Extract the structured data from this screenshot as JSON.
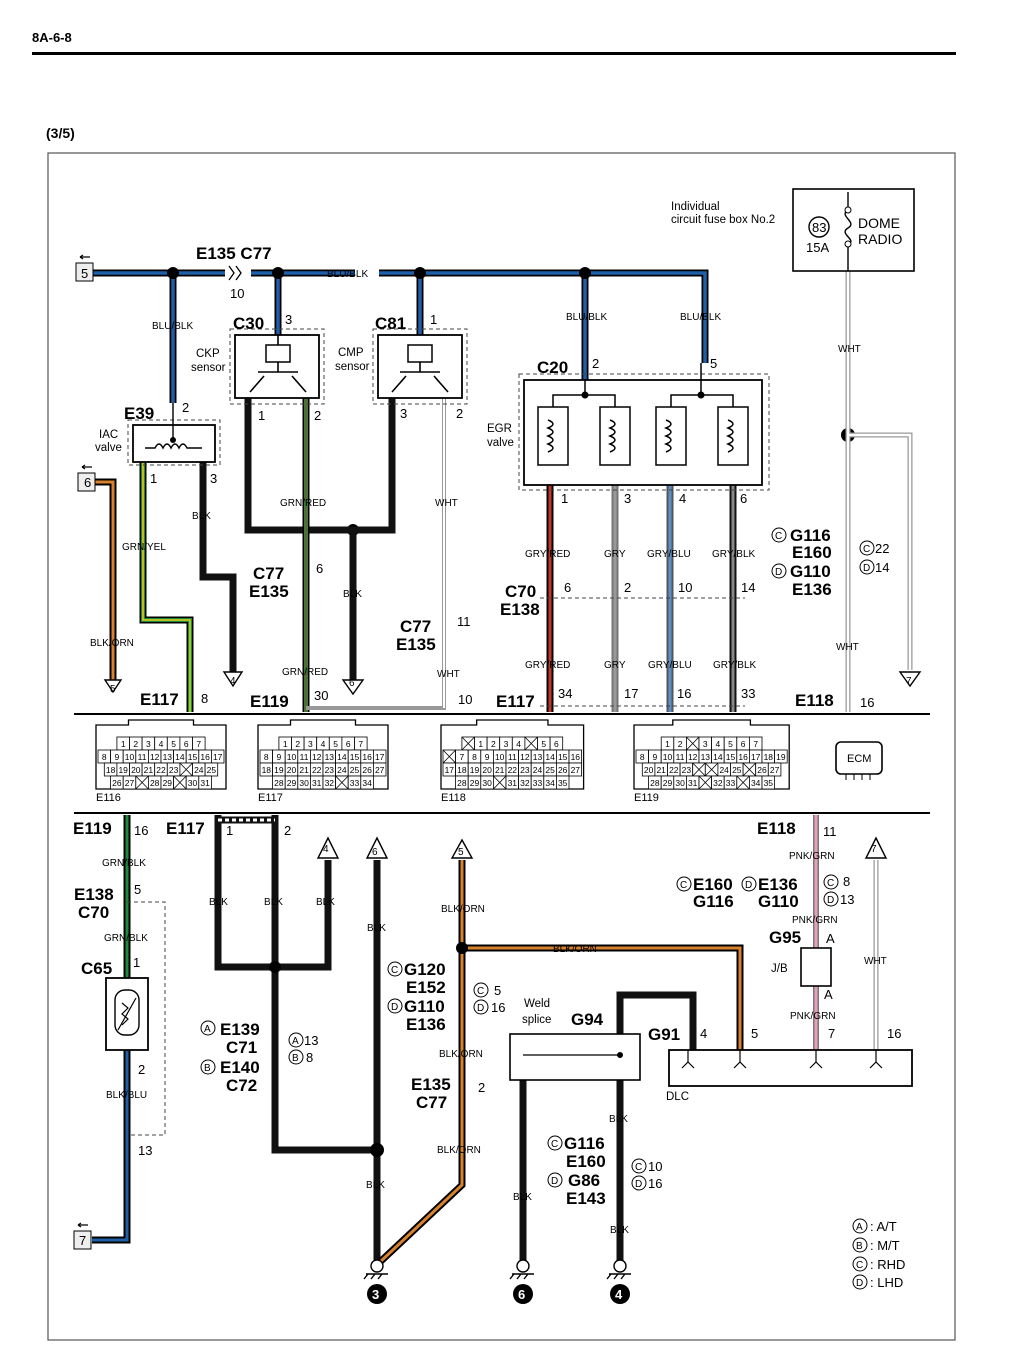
{
  "page": {
    "number": "8A-6-8",
    "sheet": "(3/5)"
  },
  "colors": {
    "blu": "#1f5fa8",
    "blk": "#111111",
    "grn": "#1c8a3a",
    "yel": "#e8d21b",
    "red": "#c0392b",
    "orn": "#d9822b",
    "gry": "#8a8a8a",
    "pnk": "#e8a0b4",
    "wht": "#cccccc"
  },
  "fuse": {
    "title_line1": "Individual",
    "title_line2": "circuit fuse box No.2",
    "number": "83",
    "rating": "15A",
    "name_line1": "DOME",
    "name_line2": "RADIO"
  },
  "connectors": {
    "e135_c77_top": "E135 C77",
    "c30": "C30",
    "c81": "C81",
    "c20": "C20",
    "e39": "E39",
    "c77_a": "C77",
    "e135_a": "E135",
    "c77_b": "C77",
    "e135_b": "E135",
    "c70": "C70",
    "e138": "E138",
    "g116": "G116",
    "e160": "E160",
    "g110": "G110",
    "e136": "E136",
    "e117_a": "E117",
    "e119_a": "E119",
    "e117_b": "E117",
    "e118_a": "E118",
    "e119_b": "E119",
    "e117_c": "E117",
    "e138_b": "E138",
    "c70_b": "C70",
    "c65": "C65",
    "e139": "E139",
    "c71": "C71",
    "e140": "E140",
    "c72": "C72",
    "g120": "G120",
    "e152": "E152",
    "g110_b": "G110",
    "e136_b": "E136",
    "e135_c": "E135",
    "c77_c": "C77",
    "g94": "G94",
    "g91": "G91",
    "g116_b": "G116",
    "e160_b": "E160",
    "g86": "G86",
    "e143": "E143",
    "e118_b": "E118",
    "e160_c": "E160",
    "g116_c": "G116",
    "e136_c": "E136",
    "g110_c": "G110",
    "g95": "G95"
  },
  "components": {
    "ckp_1": "CKP",
    "ckp_2": "sensor",
    "cmp_1": "CMP",
    "cmp_2": "sensor",
    "iac_1": "IAC",
    "iac_2": "valve",
    "egr_1": "EGR",
    "egr_2": "valve",
    "ecm": "ECM",
    "weld_1": "Weld",
    "weld_2": "splice",
    "jb": "J/B",
    "dlc": "DLC"
  },
  "wires": {
    "blu_blk": "BLU/BLK",
    "grn_yel": "GRN/YEL",
    "blk": "BLK",
    "blk_orn": "BLK/ORN",
    "grn_red": "GRN/RED",
    "wht": "WHT",
    "gry_red": "GRY/RED",
    "gry": "GRY",
    "gry_blu": "GRY/BLU",
    "gry_blk": "GRY/BLK",
    "grn_blk": "GRN/BLK",
    "blk_blu": "BLK/BLU",
    "pnk_grn": "PNK/GRN"
  },
  "pins": {
    "p1": "1",
    "p2": "2",
    "p3": "3",
    "p4": "4",
    "p5": "5",
    "p6": "6",
    "p7": "7",
    "p8": "8",
    "p10": "10",
    "p11": "11",
    "p13": "13",
    "p14": "14",
    "p16": "16",
    "p17": "17",
    "p22": "22",
    "p30": "30",
    "p33": "33",
    "p34": "34"
  },
  "variants": {
    "A": "A",
    "B": "B",
    "C": "C",
    "D": "D"
  },
  "refs": {
    "r3": "3",
    "r4": "4",
    "r5": "5",
    "r6": "6",
    "r7": "7"
  },
  "ecm_connectors": {
    "e116": {
      "label": "E116",
      "rows": [
        [
          "1",
          "2",
          "3",
          "4",
          "5",
          "6",
          "7"
        ],
        [
          "8",
          "9",
          "10",
          "11",
          "12",
          "13",
          "14",
          "15",
          "16",
          "17"
        ],
        [
          "18",
          "19",
          "20",
          "21",
          "22",
          "23",
          "",
          "24",
          "25"
        ],
        [
          "26",
          "27",
          "",
          "28",
          "29",
          "",
          "30",
          "31"
        ]
      ]
    },
    "e117": {
      "label": "E117",
      "rows": [
        [
          "1",
          "2",
          "3",
          "4",
          "5",
          "6",
          "7"
        ],
        [
          "8",
          "9",
          "10",
          "11",
          "12",
          "13",
          "14",
          "15",
          "16",
          "17"
        ],
        [
          "18",
          "19",
          "20",
          "21",
          "22",
          "23",
          "24",
          "25",
          "26",
          "27"
        ],
        [
          "28",
          "29",
          "30",
          "31",
          "32",
          "",
          "33",
          "34"
        ]
      ]
    },
    "e118": {
      "label": "E118",
      "rows": [
        [
          "",
          "1",
          "2",
          "3",
          "4",
          "",
          "5",
          "6"
        ],
        [
          "",
          "7",
          "8",
          "9",
          "10",
          "11",
          "12",
          "13",
          "14",
          "15",
          "16"
        ],
        [
          "17",
          "18",
          "19",
          "20",
          "21",
          "22",
          "23",
          "24",
          "25",
          "26",
          "27"
        ],
        [
          "28",
          "29",
          "30",
          "",
          "31",
          "32",
          "33",
          "34",
          "35"
        ]
      ]
    },
    "e119": {
      "label": "E119",
      "rows": [
        [
          "1",
          "2",
          "",
          "3",
          "4",
          "5",
          "6",
          "7"
        ],
        [
          "8",
          "9",
          "10",
          "11",
          "12",
          "13",
          "14",
          "15",
          "16",
          "17",
          "18",
          "19"
        ],
        [
          "20",
          "21",
          "22",
          "23",
          "",
          "",
          "24",
          "25",
          "",
          "26",
          "27"
        ],
        [
          "28",
          "29",
          "30",
          "31",
          "",
          "32",
          "33",
          "",
          "34",
          "35"
        ]
      ]
    }
  },
  "legend": [
    {
      "key": "A",
      "text": ": A/T"
    },
    {
      "key": "B",
      "text": ": M/T"
    },
    {
      "key": "C",
      "text": ": RHD"
    },
    {
      "key": "D",
      "text": ": LHD"
    }
  ]
}
